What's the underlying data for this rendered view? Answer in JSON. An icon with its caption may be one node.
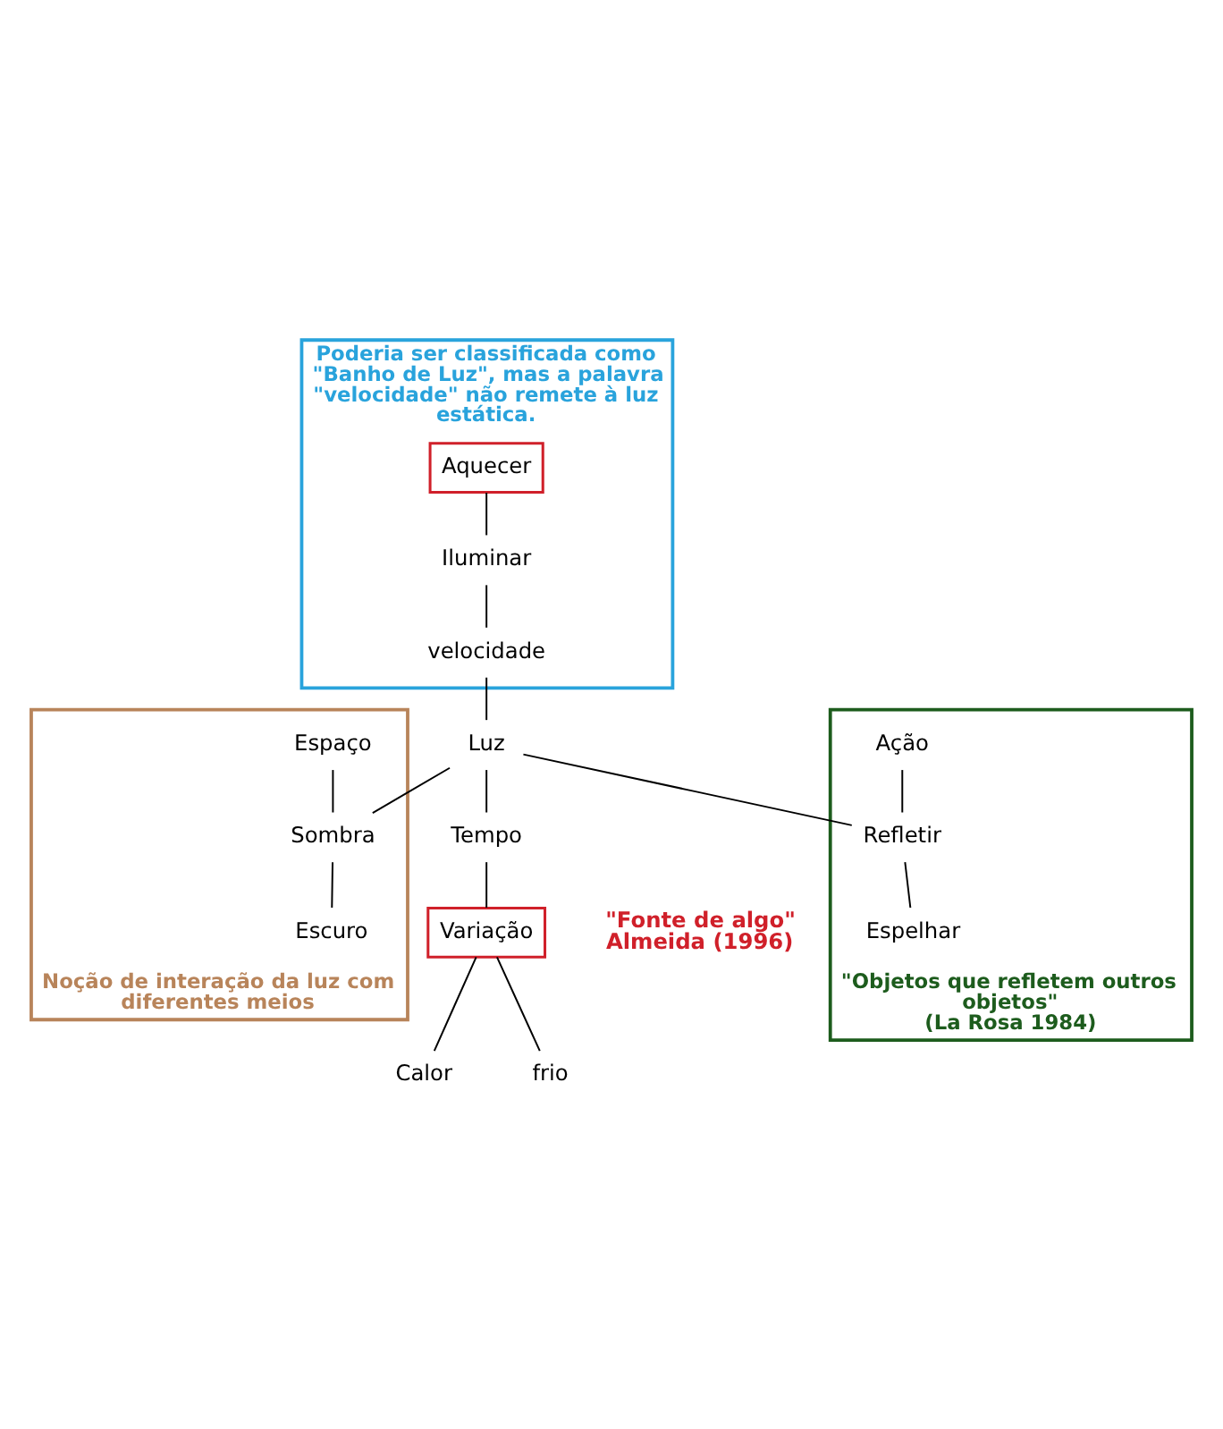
{
  "diagram": {
    "nodes": [
      {
        "text": [
          "Poderia ser classificada como \"Banho de Luz\", mas a palavra \"velocidade\" não remete à luz estática."
        ]
      },
      {
        "text": [
          "Aquecer"
        ],
        "in": 0
      },
      {
        "text": [
          "Iluminar"
        ],
        "in": 0
      },
      {
        "text": [
          "velocidade"
        ],
        "in": 0
      },
      {
        "text": [
          "Luz"
        ]
      },
      {
        "text": [
          "Noção de interação da luz com diferentes meios"
        ]
      },
      {
        "text": [
          "Espaço"
        ],
        "in": 5
      },
      {
        "text": [
          "Sombra"
        ],
        "in": 5
      },
      {
        "text": [
          "Escuro"
        ],
        "in": 5
      },
      {
        "text": [
          "\"Objetos que refletem outros objetos\"",
          "(La Rosa 1984)"
        ]
      },
      {
        "text": [
          "Ação"
        ],
        "in": 9
      },
      {
        "text": [
          "Refletir"
        ],
        "in": 9
      },
      {
        "text": [
          "Espelhar"
        ],
        "in": 9
      },
      {
        "text": [
          "Tempo"
        ]
      },
      {
        "text": [
          "Variação"
        ],
        "beside": [
          "\"Fonte de algo\" Almeida (1996)"
        ]
      },
      {
        "text": [
          "Calor"
        ]
      },
      {
        "text": [
          "frio"
        ]
      }
    ],
    "edges": [
      {
        "from": 1,
        "to": 2,
        "arrow": "none"
      },
      {
        "from": 2,
        "to": 3,
        "arrow": "none"
      },
      {
        "from": 3,
        "to": 4,
        "arrow": "none"
      },
      {
        "from": 4,
        "to": 7,
        "arrow": "none"
      },
      {
        "from": 6,
        "to": 7,
        "arrow": "none"
      },
      {
        "from": 7,
        "to": 8,
        "arrow": "none"
      },
      {
        "from": 4,
        "to": 11,
        "arrow": "none"
      },
      {
        "from": 10,
        "to": 11,
        "arrow": "none"
      },
      {
        "from": 11,
        "to": 12,
        "arrow": "none"
      },
      {
        "from": 4,
        "to": 13,
        "arrow": "none"
      },
      {
        "from": 13,
        "to": 14,
        "arrow": "none"
      },
      {
        "from": 14,
        "to": 15,
        "arrow": "none"
      },
      {
        "from": 14,
        "to": 16,
        "arrow": "none"
      }
    ]
  }
}
